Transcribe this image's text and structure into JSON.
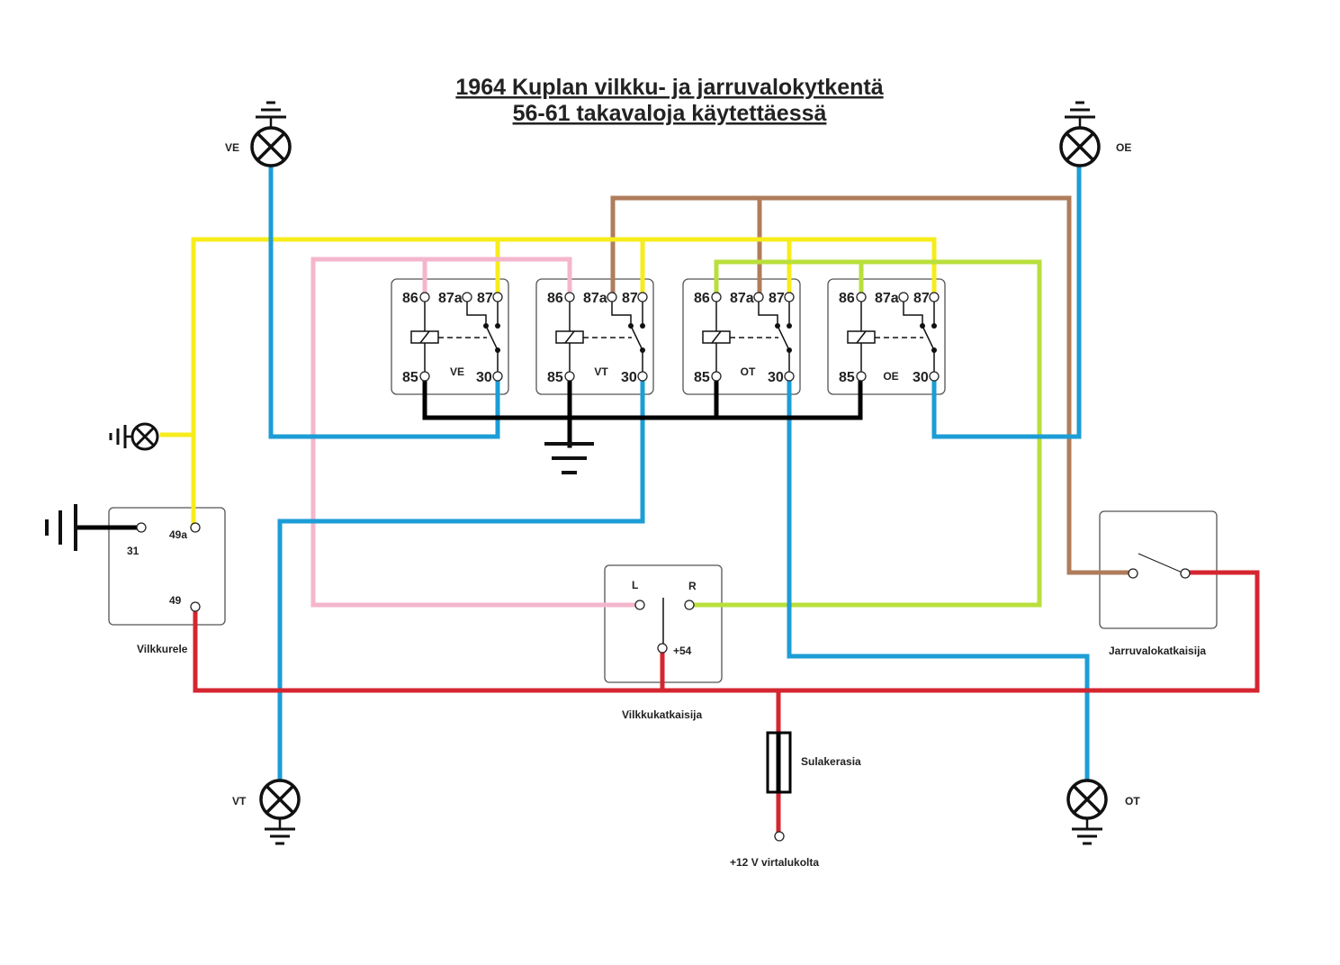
{
  "title": {
    "line1": "1964 Kuplan vilkku- ja jarruvalokytkentä",
    "line2": "56-61 takavaloja käytettäessä"
  },
  "wire_colors": {
    "yellow": "#f7ec1c",
    "pink": "#f4b6cc",
    "blue": "#1d9dd6",
    "brown": "#b07c5c",
    "green": "#b9df3b",
    "red": "#d42630",
    "black": "#000000"
  },
  "lamps": {
    "ve": "VE",
    "oe": "OE",
    "vt": "VT",
    "ot": "OT"
  },
  "relays": [
    {
      "name": "VE",
      "pins": {
        "p86": "86",
        "p87a": "87a",
        "p87": "87",
        "p85": "85",
        "p30": "30"
      }
    },
    {
      "name": "VT",
      "pins": {
        "p86": "86",
        "p87a": "87a",
        "p87": "87",
        "p85": "85",
        "p30": "30"
      }
    },
    {
      "name": "OT",
      "pins": {
        "p86": "86",
        "p87a": "87a",
        "p87": "87",
        "p85": "85",
        "p30": "30"
      }
    },
    {
      "name": "OE",
      "pins": {
        "p86": "86",
        "p87a": "87a",
        "p87": "87",
        "p85": "85",
        "p30": "30"
      }
    }
  ],
  "flasher_relay": {
    "label": "Vilkkurele",
    "pin31": "31",
    "pin49a": "49a",
    "pin49": "49"
  },
  "turn_switch": {
    "label": "Vilkkukatkaisija",
    "pinL": "L",
    "pinR": "R",
    "pin54": "+54"
  },
  "brake_switch": {
    "label": "Jarruvalokatkaisija"
  },
  "fuse": {
    "label": "Sulakerasia"
  },
  "supply": {
    "label": "+12 V virtalukolta"
  }
}
